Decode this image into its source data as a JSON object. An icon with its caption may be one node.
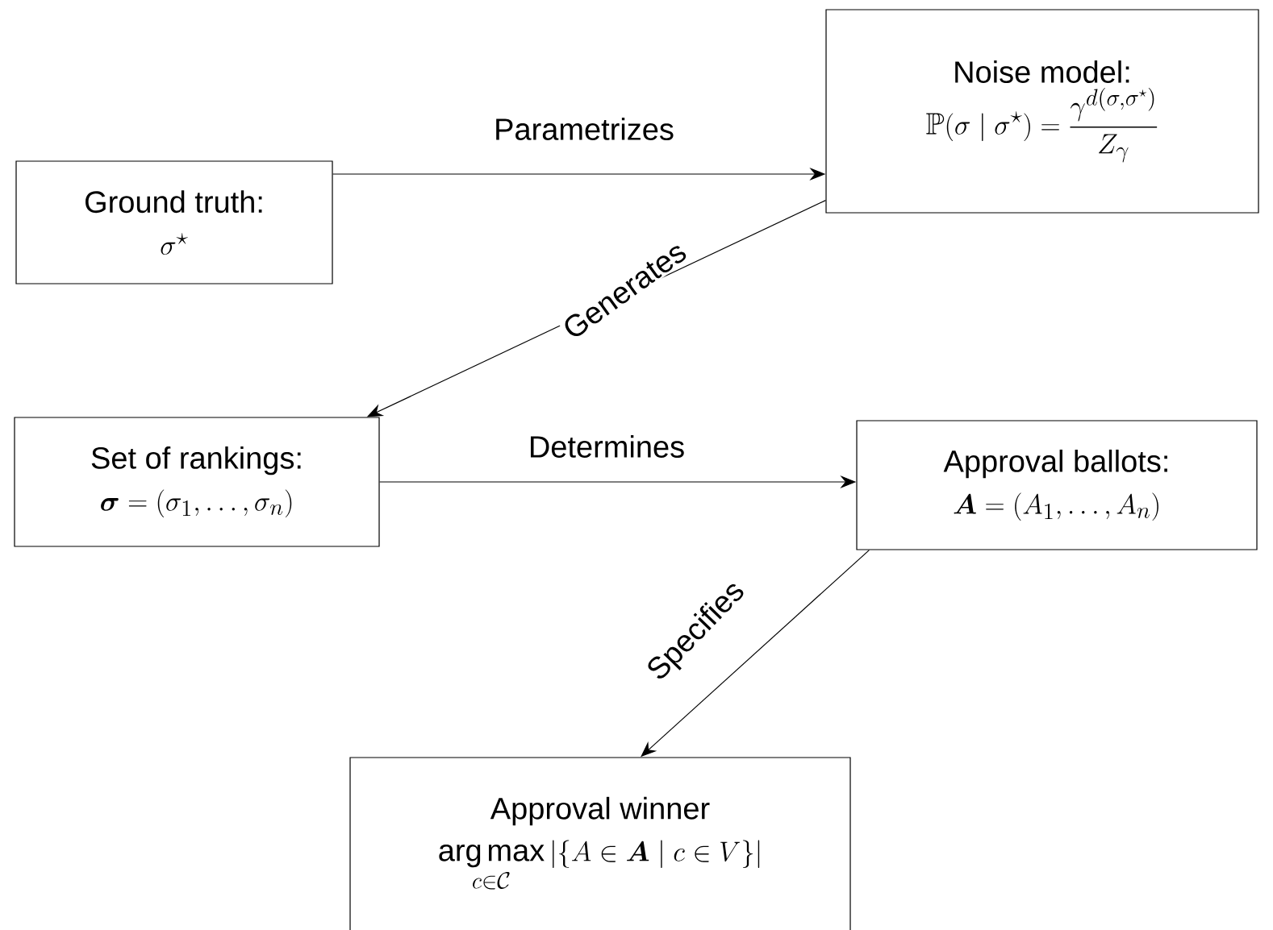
{
  "diagram": {
    "nodes": [
      {
        "text": [
          "Ground truth:",
          "\\sigma^{\\star}"
        ]
      },
      {
        "text": [
          "Noise model:",
          "\\mathbb{P}(\\sigma \\mid \\sigma^{\\star}) = \\frac{\\gamma^{d(\\sigma,\\sigma^{\\star})}}{Z_{\\gamma}}"
        ]
      },
      {
        "text": [
          "Set of rankings:",
          "\\boldsymbol{\\sigma} = (\\sigma_1, \\ldots, \\sigma_n)"
        ]
      },
      {
        "text": [
          "Approval ballots:",
          "\\boldsymbol{A} = (A_1, \\ldots, A_n)"
        ]
      },
      {
        "text": [
          "Approval winner",
          "\\operatorname*{arg\\,max}_{c \\in \\mathcal{C}} \\left|\\{A \\in \\boldsymbol{A} \\mid c \\in V\\}\\right|"
        ]
      }
    ],
    "edges": [
      {
        "from": 0,
        "to": 1,
        "arrow": "to",
        "label": "Parametrizes"
      },
      {
        "from": 1,
        "to": 2,
        "arrow": "to",
        "label": "Generates"
      },
      {
        "from": 2,
        "to": 3,
        "arrow": "to",
        "label": "Determines"
      },
      {
        "from": 3,
        "to": 4,
        "arrow": "to",
        "label": "Specifies"
      }
    ]
  }
}
